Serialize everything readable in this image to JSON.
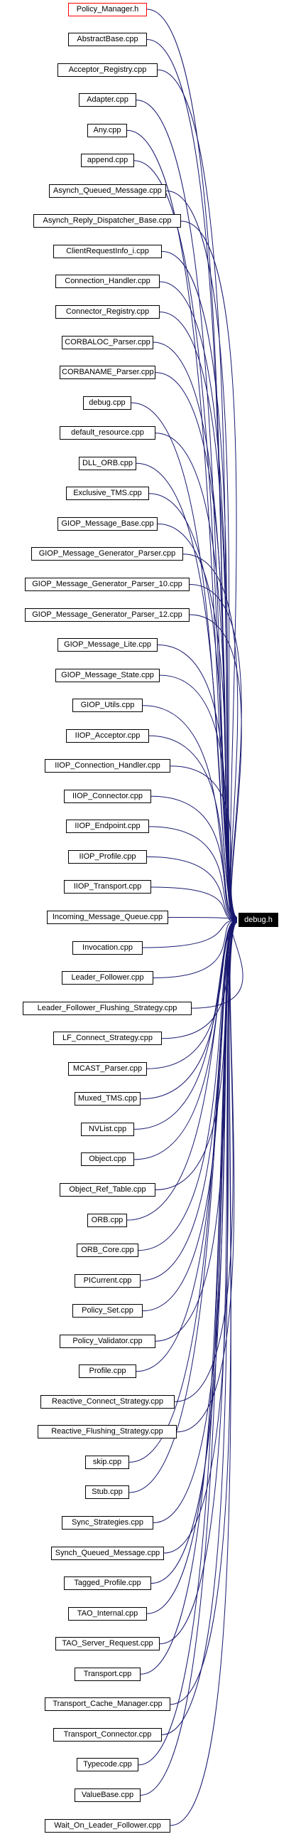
{
  "graph": {
    "target": "debug.h",
    "highlighted": "Policy_Manager.h",
    "sources": [
      "Policy_Manager.h",
      "AbstractBase.cpp",
      "Acceptor_Registry.cpp",
      "Adapter.cpp",
      "Any.cpp",
      "append.cpp",
      "Asynch_Queued_Message.cpp",
      "Asynch_Reply_Dispatcher_Base.cpp",
      "ClientRequestInfo_i.cpp",
      "Connection_Handler.cpp",
      "Connector_Registry.cpp",
      "CORBALOC_Parser.cpp",
      "CORBANAME_Parser.cpp",
      "debug.cpp",
      "default_resource.cpp",
      "DLL_ORB.cpp",
      "Exclusive_TMS.cpp",
      "GIOP_Message_Base.cpp",
      "GIOP_Message_Generator_Parser.cpp",
      "GIOP_Message_Generator_Parser_10.cpp",
      "GIOP_Message_Generator_Parser_12.cpp",
      "GIOP_Message_Lite.cpp",
      "GIOP_Message_State.cpp",
      "GIOP_Utils.cpp",
      "IIOP_Acceptor.cpp",
      "IIOP_Connection_Handler.cpp",
      "IIOP_Connector.cpp",
      "IIOP_Endpoint.cpp",
      "IIOP_Profile.cpp",
      "IIOP_Transport.cpp",
      "Incoming_Message_Queue.cpp",
      "Invocation.cpp",
      "Leader_Follower.cpp",
      "Leader_Follower_Flushing_Strategy.cpp",
      "LF_Connect_Strategy.cpp",
      "MCAST_Parser.cpp",
      "Muxed_TMS.cpp",
      "NVList.cpp",
      "Object.cpp",
      "Object_Ref_Table.cpp",
      "ORB.cpp",
      "ORB_Core.cpp",
      "PICurrent.cpp",
      "Policy_Set.cpp",
      "Policy_Validator.cpp",
      "Profile.cpp",
      "Reactive_Connect_Strategy.cpp",
      "Reactive_Flushing_Strategy.cpp",
      "skip.cpp",
      "Stub.cpp",
      "Sync_Strategies.cpp",
      "Synch_Queued_Message.cpp",
      "Tagged_Profile.cpp",
      "TAO_Internal.cpp",
      "TAO_Server_Request.cpp",
      "Transport.cpp",
      "Transport_Cache_Manager.cpp",
      "Transport_Connector.cpp",
      "Typecode.cpp",
      "ValueBase.cpp",
      "Wait_On_Leader_Follower.cpp"
    ],
    "colors": {
      "edge": "#191970",
      "highlight_border": "#ff0000",
      "target_fill": "#000000",
      "target_text": "#ffffff"
    }
  }
}
